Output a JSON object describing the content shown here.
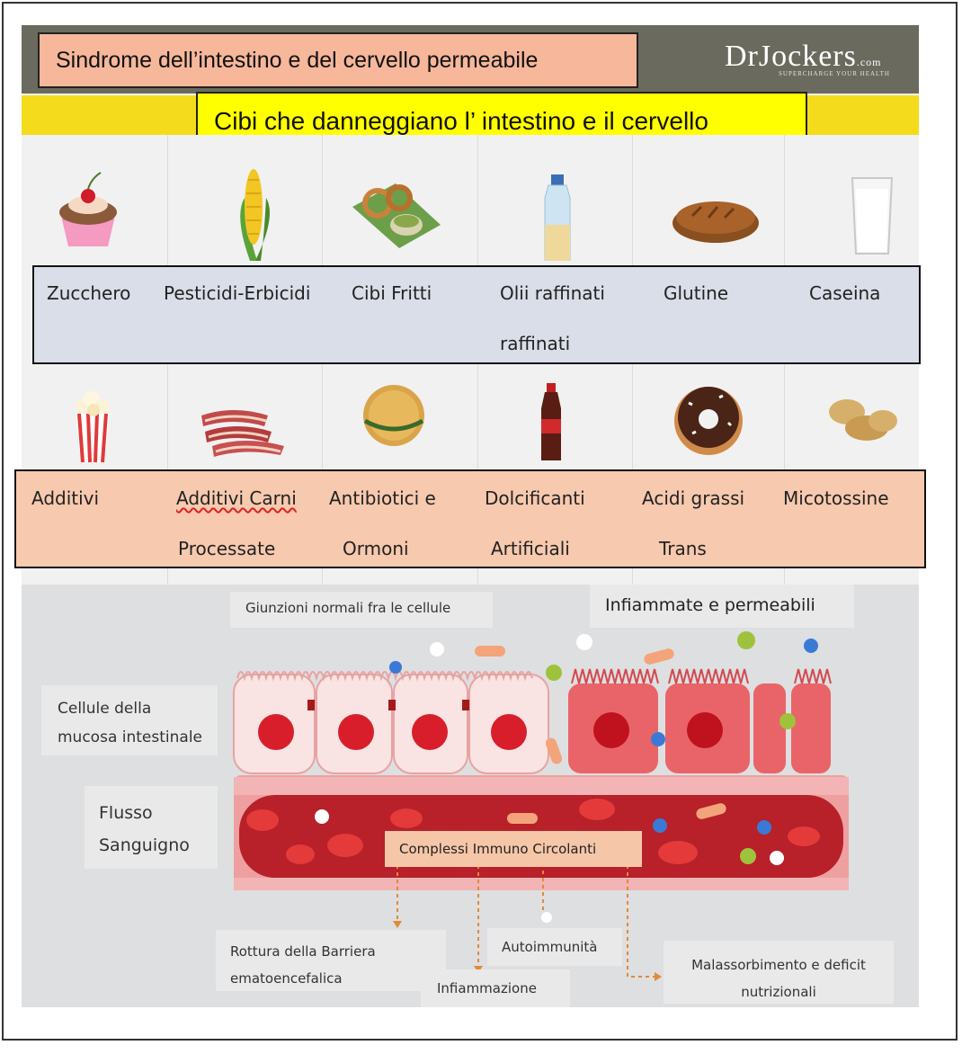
{
  "header": {
    "title": "Sindrome dell’intestino e del cervello permeabile",
    "logo": "DrJockers",
    "logo_suffix": ".com",
    "logo_tagline": "SUPERCHARGE YOUR HEALTH",
    "subtitle": "Cibi che danneggiano l’ intestino e il cervello"
  },
  "foods_row1": [
    {
      "label": "Zucchero",
      "icon": "cupcake-icon"
    },
    {
      "label": "Pesticidi-Erbicidi",
      "icon": "corn-icon"
    },
    {
      "label": "Cibi Fritti",
      "icon": "fried-food-icon"
    },
    {
      "label": "Olii raffinati",
      "label2": "raffinati",
      "icon": "oil-bottle-icon"
    },
    {
      "label": "Glutine",
      "icon": "bread-icon"
    },
    {
      "label": "Caseina",
      "icon": "milk-glass-icon"
    }
  ],
  "foods_row2": [
    {
      "label": "Additivi",
      "icon": "popcorn-icon"
    },
    {
      "label": "Additivi Carni",
      "label2": "Processate",
      "icon": "bacon-icon"
    },
    {
      "label": "Antibiotici e",
      "label2": "Ormoni",
      "icon": "burger-icon"
    },
    {
      "label": "Dolcificanti",
      "label2": "Artificiali",
      "icon": "soda-bottle-icon"
    },
    {
      "label": "Acidi grassi",
      "label2": "Trans",
      "icon": "donut-icon"
    },
    {
      "label": "Micotossine",
      "icon": "peanut-icon"
    }
  ],
  "diagram": {
    "normal_junctions": "Giunzioni normali fra le cellule",
    "inflamed": "Infiammate e permeabili",
    "mucosa_cells": "Cellule della mucosa intestinale",
    "mucosa_cells_1": "Cellule della",
    "mucosa_cells_2": "mucosa intestinale",
    "blood_flow_1": "Flusso",
    "blood_flow_2": "Sanguigno",
    "immune_complexes": "Complessi Immuno Circolanti",
    "bbb_1": "Rottura della Barriera",
    "bbb_2": "ematoencefalica",
    "autoimmunity": "Autoimmunità",
    "inflammation": "Infiammazione",
    "malabsorption_1": "Malassorbimento e deficit",
    "malabsorption_2": "nutrizionali"
  },
  "colors": {
    "title_bg": "#f6b79a",
    "subtitle_bg": "#ffff00",
    "header_band": "#6b6a5f",
    "yellow_band": "#f4dc1c",
    "row1_bg": "#d9dee8",
    "row2_bg": "#f7c9ae"
  }
}
